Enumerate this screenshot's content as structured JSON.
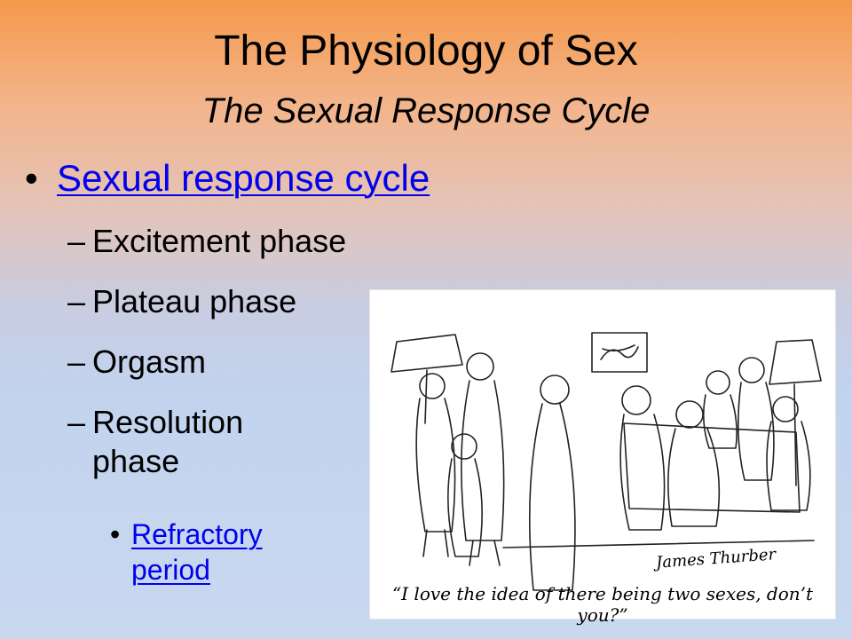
{
  "slide": {
    "title": "The Physiology of Sex",
    "subtitle": "The Sexual Response Cycle",
    "main_bullet": {
      "bullet_char": "•",
      "label": "Sexual response cycle"
    },
    "phases": [
      {
        "dash": "–",
        "label": "Excitement phase"
      },
      {
        "dash": "–",
        "label": "Plateau phase"
      },
      {
        "dash": "–",
        "label": "Orgasm"
      },
      {
        "dash": "–",
        "label_line1": "Resolution",
        "label_line2": "phase"
      }
    ],
    "sub_bullet": {
      "bullet_char": "•",
      "line1": "Refractory",
      "line2": "period"
    }
  },
  "cartoon": {
    "caption": "“I love the idea of there being two sexes, don’t you?”",
    "signature": "James Thurber"
  },
  "colors": {
    "link": "#0000ee",
    "gradient_top": "#f5994a",
    "gradient_bottom": "#c9d8ef"
  }
}
